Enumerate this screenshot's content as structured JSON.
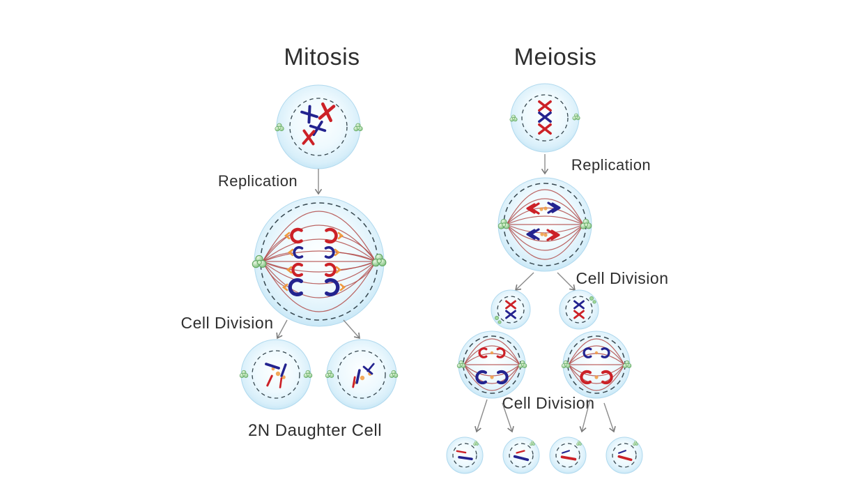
{
  "page": {
    "background": "#ffffff"
  },
  "titles": {
    "mitosis": "Mitosis",
    "meiosis": "Meiosis"
  },
  "labels": {
    "mitosis_replication": "Replication",
    "mitosis_cell_division": "Cell Division",
    "mitosis_result": "2N Daughter Cell",
    "meiosis_replication": "Replication",
    "meiosis_cell_division_1": "Cell Division",
    "meiosis_cell_division_2": "Cell Division"
  },
  "colors": {
    "background": "#ffffff",
    "cell-fill-edge": "#b9e0f3",
    "nucleus-dash": "#36474f",
    "spindle-fiber": "#b24a48",
    "chromosome-red": "#cc2127",
    "chromosome-blue": "#23238f",
    "kinetochore-orange": "#f09a3e",
    "centrosome-green": "#6db86d",
    "arrow-gray": "#8b8b8b",
    "text": "#2e2e2e"
  }
}
